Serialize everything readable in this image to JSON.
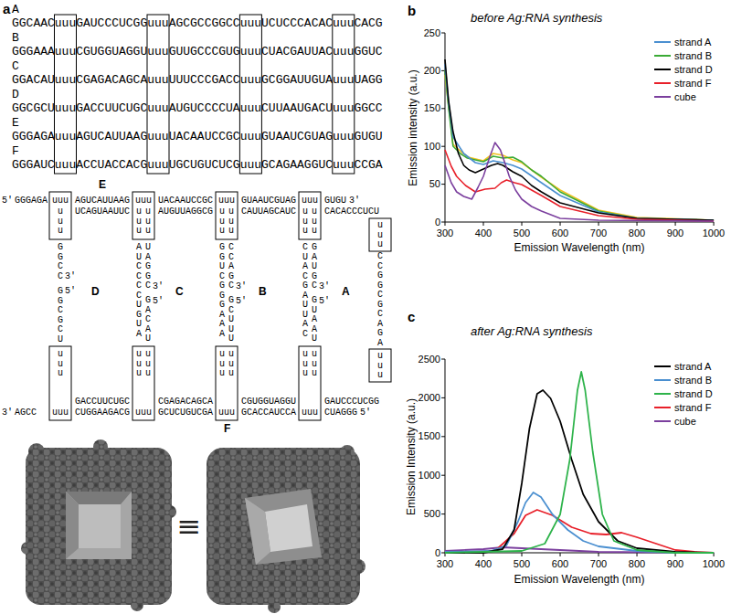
{
  "diagram": {
    "labels": [
      "a",
      "A",
      "GGCAACuuuGAUCCCUCGGuuuAGCGCCGGCCuuuUCUCCCACACuuuCACG",
      "B",
      "GGGAAAuuuCGUGGUAGGUuuuGUUGCCCGUGuuuCUACGAUUACuuuGGUC",
      "C",
      "GGACAUuuuCGAGACAGCAuuuUUUCCCGACCuuuGCGGAUUGUAuuuUAGG",
      "D",
      "GGCGCUuuuGACCUUCUGCuuuAUGUCCCCUAuuuCUUAAUGACUuuuGGCC",
      "E",
      "GGGAGAuuuAGUCAUUAAGuuuUACAAUCCGCuuuGUAAUCGUAGuuuGUGU",
      "F",
      "GGGAUCuuuACCUACCACGuuuUGCUGUCUCGuuuGCAGAAGGUCuuuCCGA",
      "E",
      "5'",
      "GGGAGA",
      "uuu",
      "AGUCAUUAAG",
      "uuu",
      "UACAAUCCGC",
      "uuu",
      "GUAAUCGUAG",
      "uuu",
      "GUGU",
      "3'",
      "UCAGUAAUUC",
      "AUGUUAGGCG",
      "CAUUAGCAUC",
      "CACACCCUCU",
      "uuu",
      "GGCC",
      "3'",
      "5'",
      "GGCGCU",
      "uuu",
      "uuu",
      "uuu",
      "AUCCCCUGUA",
      "UAGGC",
      "3'",
      "5'",
      "GACAU",
      "uuu",
      "uuu",
      "uuu",
      "uuu",
      "GGUCGGGAAA",
      "CCAGC",
      "3'",
      "5'",
      "GCUUU",
      "uuu",
      "uuu",
      "uuu",
      "uuu",
      "CUACGAUUAC",
      "GAUGC",
      "3'",
      "5'",
      "GUAAU",
      "uuu",
      "uuu",
      "uuu",
      "CCGGCGCAGA",
      "uuu",
      "D",
      "C",
      "B",
      "A",
      "GACCUUCUGC",
      "CGAGACAGCA",
      "CGUGGUAGGU",
      "GAUCCCUCGG",
      "3'",
      "AGCC",
      "uuu",
      "CUGGAAGACG",
      "uuu",
      "GCUCUGUCGA",
      "uuu",
      "GCACCAUCCA",
      "uuu",
      "CUAGGG",
      "5'",
      "F",
      "≡",
      "b",
      "before Ag:RNA synthesis",
      "Emission intensity (a.u.)",
      "250",
      "200",
      "150",
      "100",
      "50",
      "0",
      "300",
      "400",
      "500",
      "600",
      "700",
      "800",
      "900",
      "1000",
      "Emission Wavelength (nm)",
      "c",
      "after Ag:RNA synthesis",
      "Emission Intensity (a.u.)",
      "2500",
      "2000",
      "1500",
      "1000",
      "500",
      "0",
      "300",
      "400",
      "500",
      "600",
      "700",
      "800",
      "900",
      "1000",
      "Emission Wavelength (nm)"
    ],
    "legend": [
      {
        "text": "strand A",
        "color": "#4a8fd0"
      },
      {
        "text": "strand B",
        "color": "#3aaa35"
      },
      {
        "text": "strand D",
        "color": "#000000"
      },
      {
        "text": "strand F",
        "color": "#e8202a"
      },
      {
        "text": "cube",
        "color": "#7b3f9e"
      },
      {
        "text": "strand A",
        "color": "#000000"
      },
      {
        "text": "strand B",
        "color": "#4a8fd0"
      },
      {
        "text": "strand D",
        "color": "#2db34a"
      },
      {
        "text": "strand F",
        "color": "#e8202a"
      },
      {
        "text": "cube",
        "color": "#7b3f9e"
      }
    ]
  }
}
